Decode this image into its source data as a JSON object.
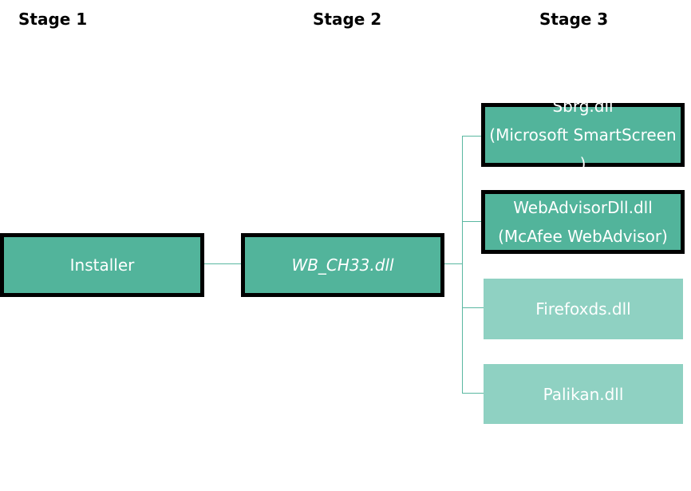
{
  "stages": [
    "Stage 1",
    "Stage 2",
    "Stage 3"
  ],
  "nodes": {
    "installer": {
      "label": "Installer"
    },
    "wb_ch33": {
      "label": "WB_CH33.dll"
    },
    "sbrg": {
      "line1": "Sbrg.dll",
      "line2": "(Microsoft SmartScreen )"
    },
    "webadvisor": {
      "line1": "WebAdvisorDll.dll",
      "line2": "(McAfee WebAdvisor)"
    },
    "firefoxds": {
      "label": "Firefoxds.dll"
    },
    "palikan": {
      "label": "Palikan.dll"
    }
  },
  "colors": {
    "box_dark": "#52b49b",
    "box_light": "#8fd1c2",
    "border": "#000000",
    "connector": "#5ab8a1"
  }
}
